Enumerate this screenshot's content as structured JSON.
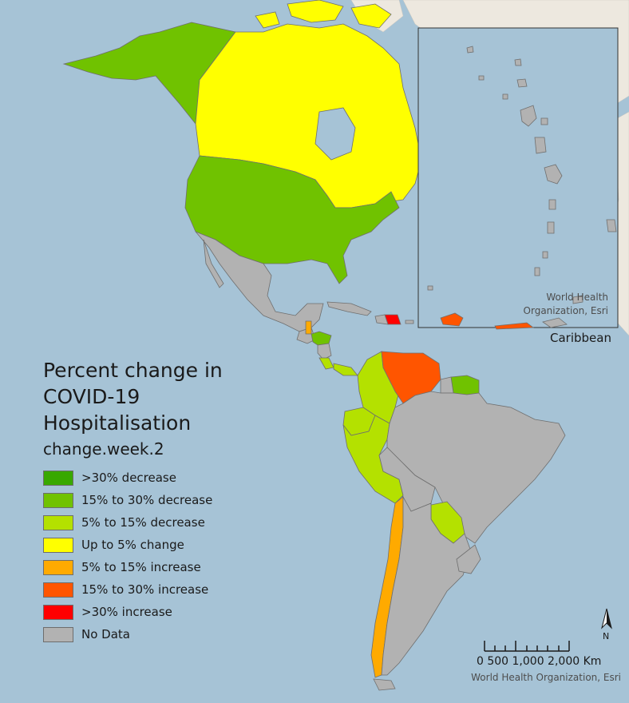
{
  "legend": {
    "title": "Percent change in COVID-19 Hospitalisation",
    "field": "change.week.2",
    "items": [
      {
        "label": ">30% decrease",
        "color": "#38a800"
      },
      {
        "label": "15% to 30% decrease",
        "color": "#70c200"
      },
      {
        "label": "5% to 15% decrease",
        "color": "#b4e100"
      },
      {
        "label": "Up to 5% change",
        "color": "#ffff00"
      },
      {
        "label": "5% to 15% increase",
        "color": "#ffaa00"
      },
      {
        "label": "15% to 30% increase",
        "color": "#ff5500"
      },
      {
        "label": ">30% increase",
        "color": "#ff0000"
      },
      {
        "label": "No Data",
        "color": "#b2b2b2"
      }
    ]
  },
  "inset": {
    "label": "Caribbean",
    "credit": "World Health Organization, Esri"
  },
  "scale_bar": {
    "text": "0  500 1,000     2,000 Km"
  },
  "north_arrow": {
    "label": "N"
  },
  "credit": "World Health Organization, Esri",
  "colors": {
    "ocean": "#a6c3d6",
    "land_background": "#ede8df",
    "border": "#6f6f6f"
  },
  "regions": [
    {
      "name": "Alaska",
      "category": "15% to 30% decrease"
    },
    {
      "name": "Canada",
      "category": "Up to 5% change"
    },
    {
      "name": "United States",
      "category": "15% to 30% decrease"
    },
    {
      "name": "Mexico",
      "category": "No Data"
    },
    {
      "name": "Belize",
      "category": "5% to 15% increase"
    },
    {
      "name": "Honduras",
      "category": "15% to 30% decrease"
    },
    {
      "name": "Costa Rica",
      "category": "5% to 15% decrease"
    },
    {
      "name": "Panama",
      "category": "5% to 15% decrease"
    },
    {
      "name": "Dominican Republic",
      "category": ">30% increase"
    },
    {
      "name": "Colombia",
      "category": "5% to 15% decrease"
    },
    {
      "name": "Venezuela",
      "category": "15% to 30% increase"
    },
    {
      "name": "Guyana",
      "category": "15% to 30% decrease"
    },
    {
      "name": "Ecuador",
      "category": "5% to 15% decrease"
    },
    {
      "name": "Peru",
      "category": "5% to 15% decrease"
    },
    {
      "name": "Brazil",
      "category": "No Data"
    },
    {
      "name": "Bolivia",
      "category": "No Data"
    },
    {
      "name": "Paraguay",
      "category": "5% to 15% decrease"
    },
    {
      "name": "Chile",
      "category": "5% to 15% increase"
    },
    {
      "name": "Argentina",
      "category": "No Data"
    },
    {
      "name": "Uruguay",
      "category": "No Data"
    }
  ]
}
